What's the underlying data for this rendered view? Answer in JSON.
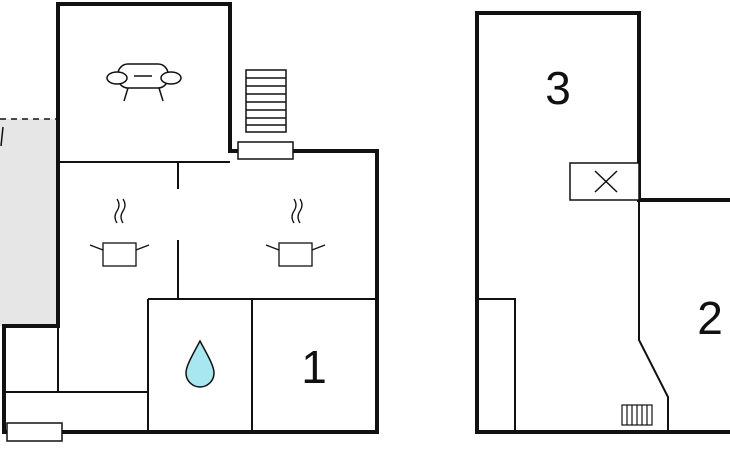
{
  "floor_plan": {
    "colors": {
      "wall": "#111111",
      "background": "#ffffff",
      "outside_area": "#e6e6e6",
      "water_drop": "#a8e6f0"
    },
    "left_floor": {
      "icons": [
        "sofa-icon",
        "staircase-icon",
        "cooking-pot-icon",
        "cooking-pot-icon",
        "water-drop-icon",
        "radiator-icon"
      ],
      "rooms": [
        {
          "label": "1"
        }
      ]
    },
    "right_floor": {
      "icons": [
        "chimney-icon",
        "radiator-icon"
      ],
      "rooms": [
        {
          "label": "3"
        },
        {
          "label": "2"
        }
      ]
    }
  }
}
